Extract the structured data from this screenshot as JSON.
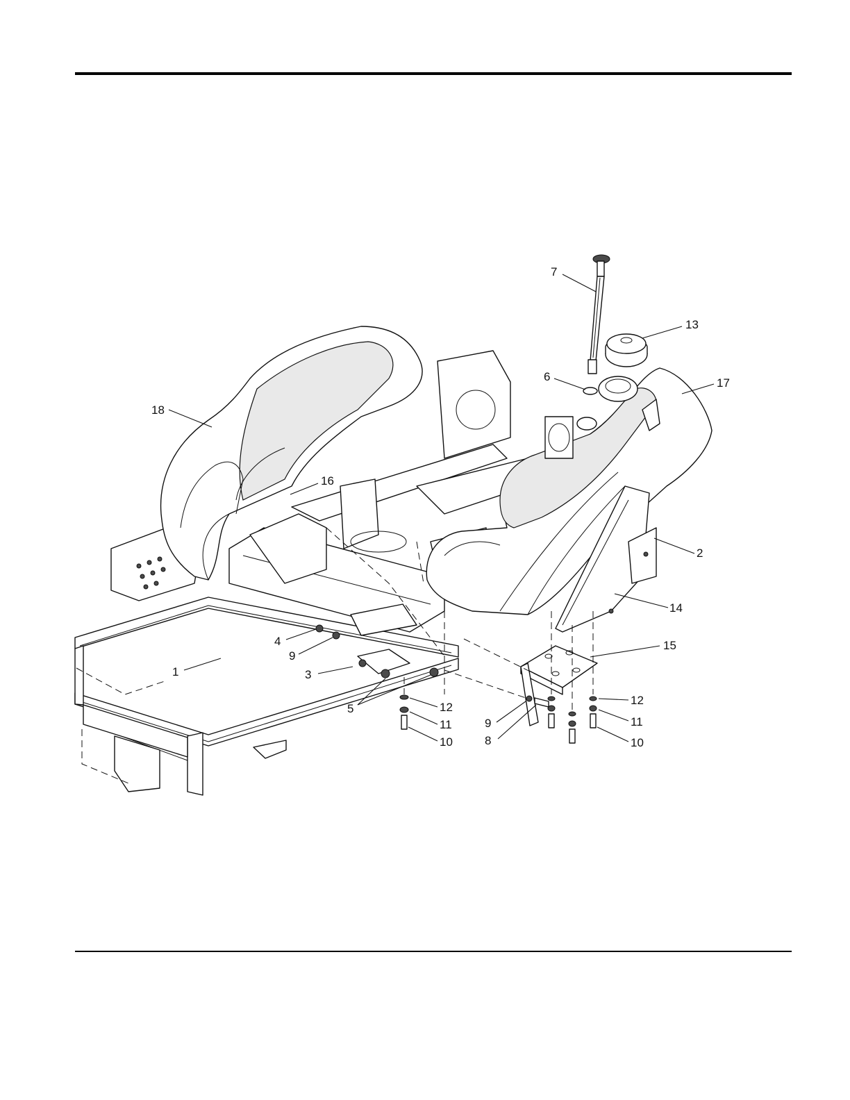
{
  "diagram": {
    "callouts": [
      {
        "id": "c7",
        "label": "7"
      },
      {
        "id": "c13",
        "label": "13"
      },
      {
        "id": "c6",
        "label": "6"
      },
      {
        "id": "c17",
        "label": "17"
      },
      {
        "id": "c18",
        "label": "18"
      },
      {
        "id": "c16",
        "label": "16"
      },
      {
        "id": "c2",
        "label": "2"
      },
      {
        "id": "c14",
        "label": "14"
      },
      {
        "id": "c15",
        "label": "15"
      },
      {
        "id": "c4",
        "label": "4"
      },
      {
        "id": "c9a",
        "label": "9"
      },
      {
        "id": "c1",
        "label": "1"
      },
      {
        "id": "c3",
        "label": "3"
      },
      {
        "id": "c5",
        "label": "5"
      },
      {
        "id": "c12a",
        "label": "12"
      },
      {
        "id": "c11a",
        "label": "11"
      },
      {
        "id": "c10a",
        "label": "10"
      },
      {
        "id": "c9b",
        "label": "9"
      },
      {
        "id": "c8",
        "label": "8"
      },
      {
        "id": "c12b",
        "label": "12"
      },
      {
        "id": "c11b",
        "label": "11"
      },
      {
        "id": "c10b",
        "label": "10"
      }
    ]
  }
}
